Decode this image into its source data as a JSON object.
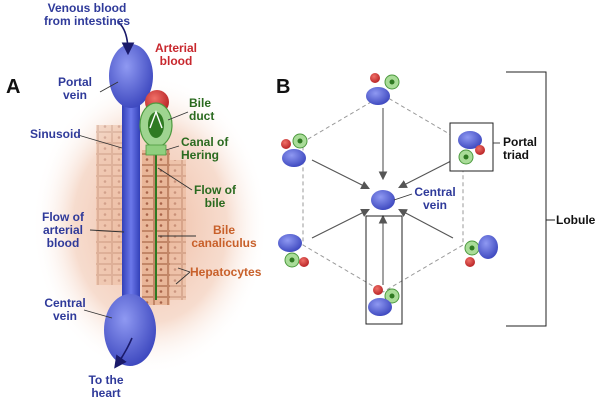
{
  "panel_a": {
    "letter": "A",
    "labels": {
      "venous_blood": "Venous blood from intestines",
      "arterial_blood": "Arterial blood",
      "portal_vein": "Portal vein",
      "bile_duct": "Bile duct",
      "sinusoid": "Sinusoid",
      "canal_of_hering": "Canal of Hering",
      "flow_of_bile": "Flow of bile",
      "flow_of_arterial_blood": "Flow of arterial blood",
      "bile_canaliculus": "Bile canaliculus",
      "hepatocytes": "Hepatocytes",
      "central_vein": "Central vein",
      "to_the_heart": "To the heart"
    }
  },
  "panel_b": {
    "letter": "B",
    "labels": {
      "portal_triad": "Portal triad",
      "central_vein": "Central vein",
      "lobule": "Lobule"
    }
  },
  "colors": {
    "vein_blue": "#4a57d6",
    "artery_red": "#d8342e",
    "bile_green": "#7cc46c",
    "hepatocyte_orange": "#e8b092",
    "halo_pink": "#f1c8b2"
  }
}
